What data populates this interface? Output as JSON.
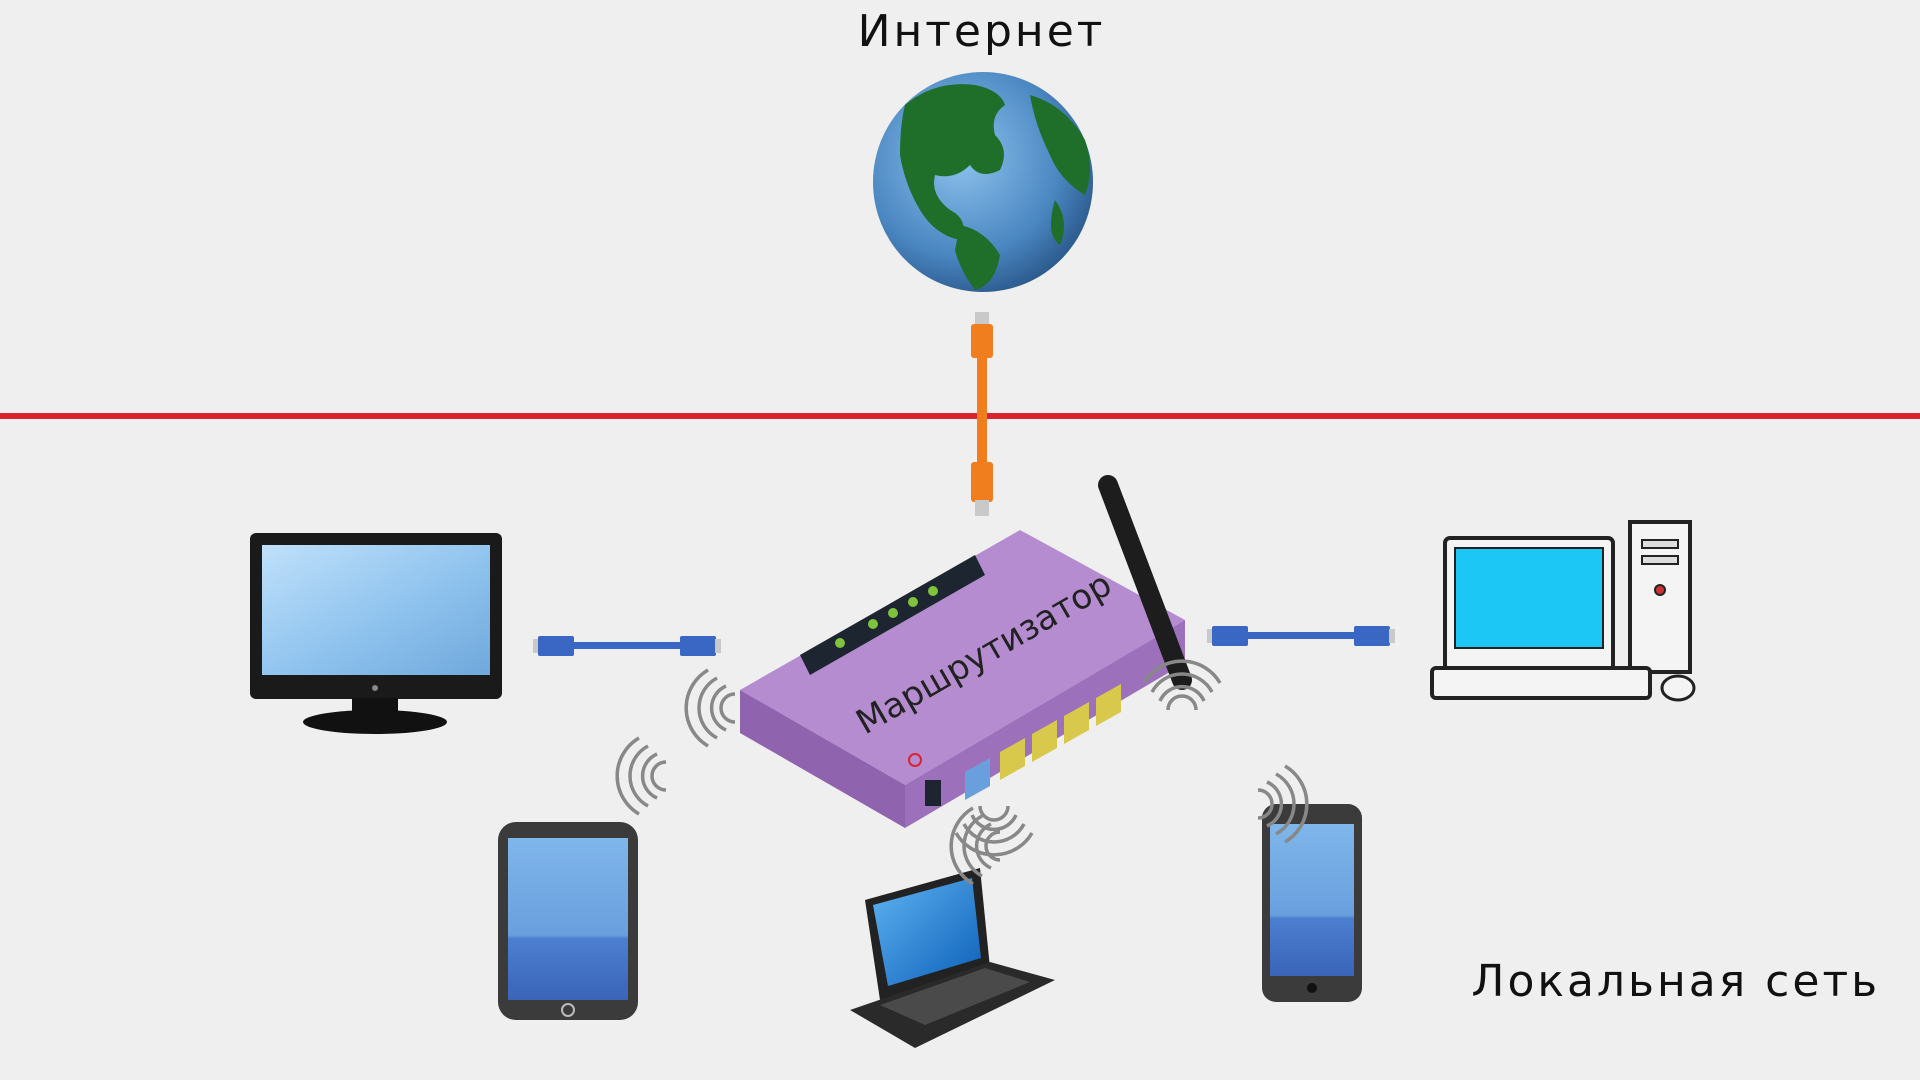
{
  "labels": {
    "internet": "Интернет",
    "local_network": "Локальная сеть",
    "router": "Маршрутизатор"
  },
  "colors": {
    "background": "#efefef",
    "boundary_line": "#d9232e",
    "router_body": "#b48ccf",
    "wan_cable": "#f07d1e",
    "lan_cable": "#3a66c4"
  },
  "icons": [
    "globe-icon",
    "router-icon",
    "monitor-icon",
    "desktop-computer-icon",
    "tablet-icon",
    "laptop-icon",
    "smartphone-icon",
    "wifi-signal-icon",
    "ethernet-cable-icon"
  ]
}
